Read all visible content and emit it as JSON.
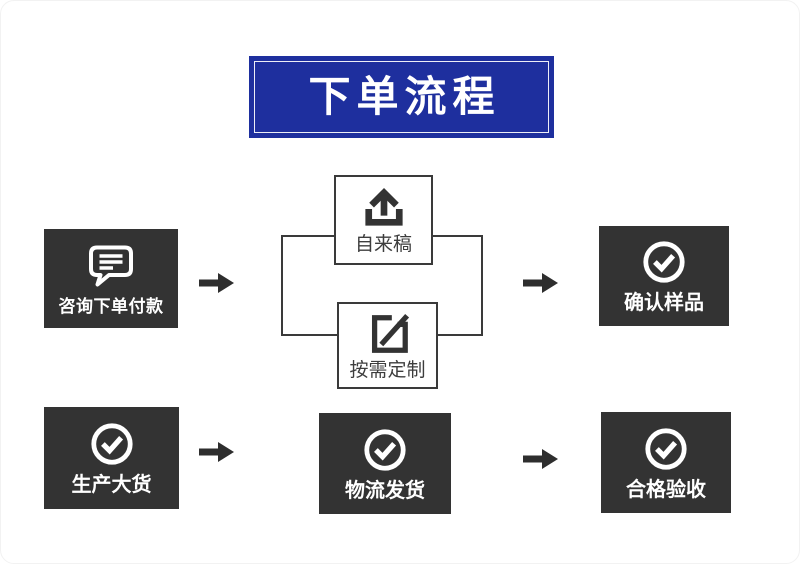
{
  "banner": {
    "title": "下单流程"
  },
  "colors": {
    "banner_blue": "#1e2f9e",
    "box_dark": "#333333",
    "line_dark": "#3a3a3a",
    "arrow_dark": "#2e2e2e",
    "text_white": "#ffffff",
    "text_dark": "#3d3d3d"
  },
  "flow": {
    "step_consult": {
      "label": "咨询下单付款",
      "icon": "chat-icon"
    },
    "option_own_draft": {
      "label": "自来稿",
      "icon": "upload-icon"
    },
    "option_custom": {
      "label": "按需定制",
      "icon": "edit-icon"
    },
    "step_confirm_sample": {
      "label": "确认样品",
      "icon": "check-circle-icon"
    },
    "step_production": {
      "label": "生产大货",
      "icon": "check-circle-icon"
    },
    "step_shipping": {
      "label": "物流发货",
      "icon": "check-circle-icon"
    },
    "step_acceptance": {
      "label": "合格验收",
      "icon": "check-circle-icon"
    }
  }
}
